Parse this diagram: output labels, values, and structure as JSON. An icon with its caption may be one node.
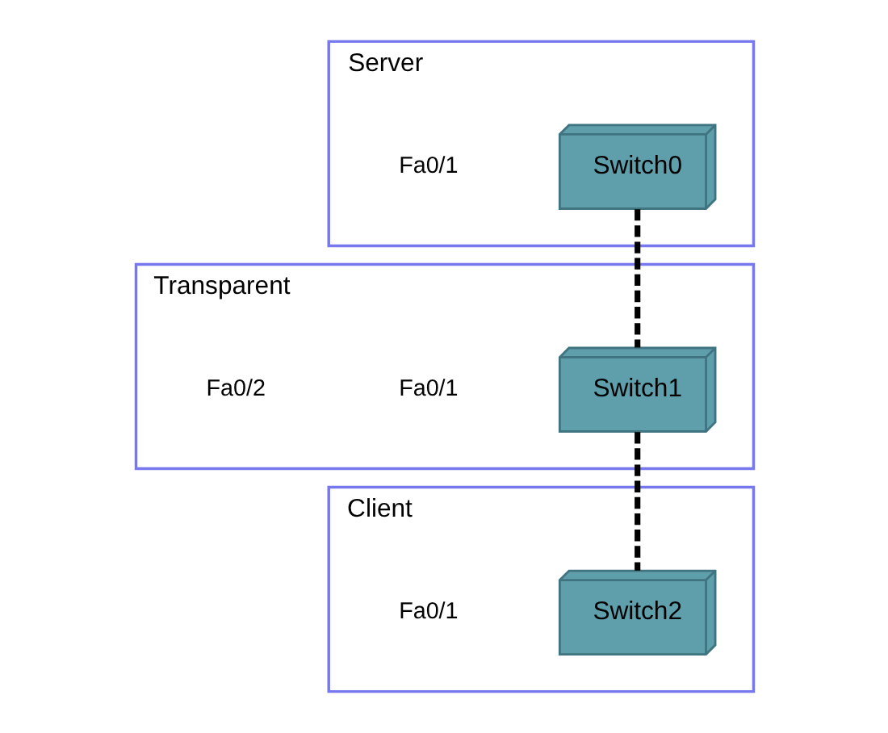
{
  "diagram": {
    "nodes": [
      {
        "text": [
          "Server"
        ]
      },
      {
        "text": [
          "Switch0"
        ],
        "in": 0
      },
      {
        "text": [
          "Transparent"
        ]
      },
      {
        "text": [
          "Switch1"
        ],
        "in": 2
      },
      {
        "text": [
          "Client"
        ]
      },
      {
        "text": [
          "Switch2"
        ],
        "in": 4
      }
    ],
    "edges": [
      {
        "from": 1,
        "to": 3,
        "arrow": "none",
        "style": "dashed"
      },
      {
        "from": 3,
        "to": 5,
        "arrow": "none",
        "style": "dashed"
      }
    ],
    "labels": [
      "Fa0/1",
      "Fa0/1",
      "Fa0/2",
      "Fa0/1"
    ]
  }
}
